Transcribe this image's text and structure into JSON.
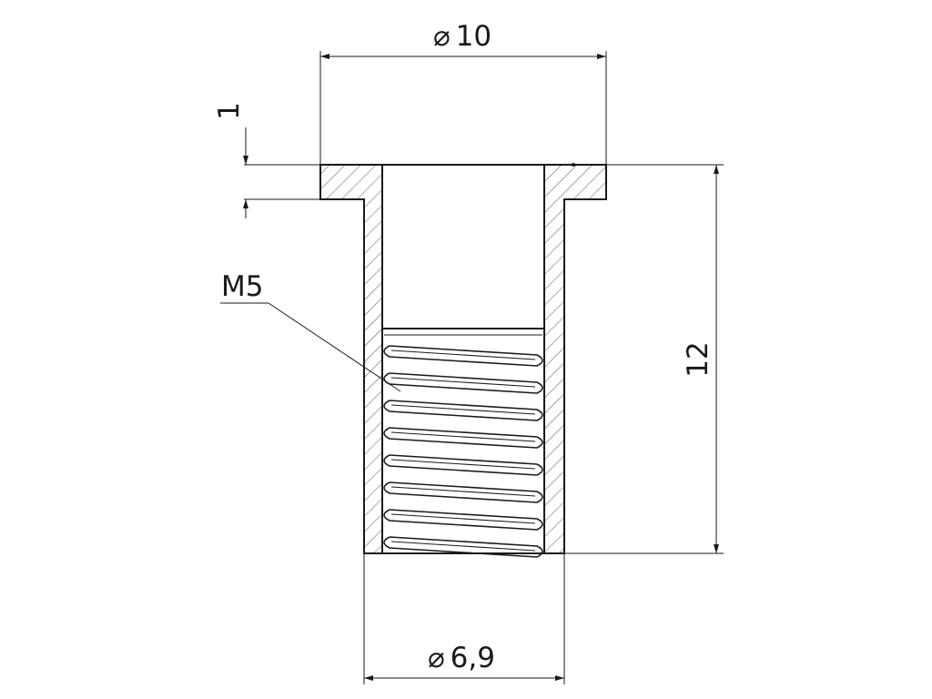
{
  "drawing": {
    "dimensions": {
      "flange_diameter": {
        "symbol": "⌀",
        "value": "10"
      },
      "flange_thickness": {
        "value": "1"
      },
      "length": {
        "value": "12"
      },
      "body_diameter": {
        "symbol": "⌀",
        "value": "6,9"
      },
      "thread": {
        "value": "M5"
      }
    }
  }
}
